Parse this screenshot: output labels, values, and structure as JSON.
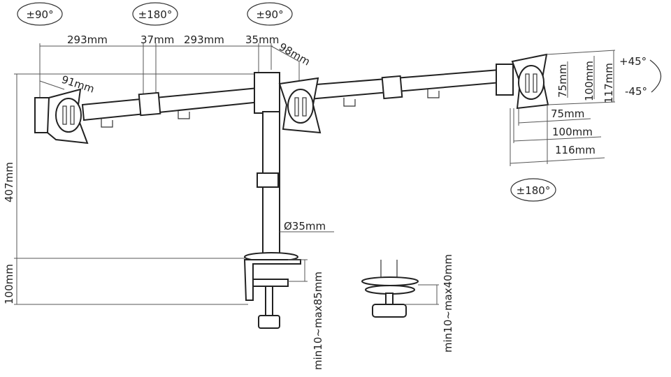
{
  "rotations": {
    "left_monitor": "±90°",
    "arm_joint": "±180°",
    "center_monitor": "±90°",
    "right_swivel": "±180°",
    "tilt_up": "+45°",
    "tilt_down": "-45°"
  },
  "dimensions": {
    "arm_left": "293mm",
    "joint_left": "37mm",
    "arm_right": "293mm",
    "pole_offset": "35mm",
    "center_head": "98mm",
    "left_head": "91mm",
    "vesa_v_75": "75mm",
    "vesa_v_100": "100mm",
    "plate_height": "117mm",
    "vesa_h_75": "75mm",
    "vesa_h_100": "100mm",
    "plate_width": "116mm",
    "pole_height": "407mm",
    "clamp_height": "100mm",
    "pole_diameter": "Ø35mm",
    "clamp_range": "min10~max85mm",
    "grommet_range": "min10~max40mm"
  }
}
